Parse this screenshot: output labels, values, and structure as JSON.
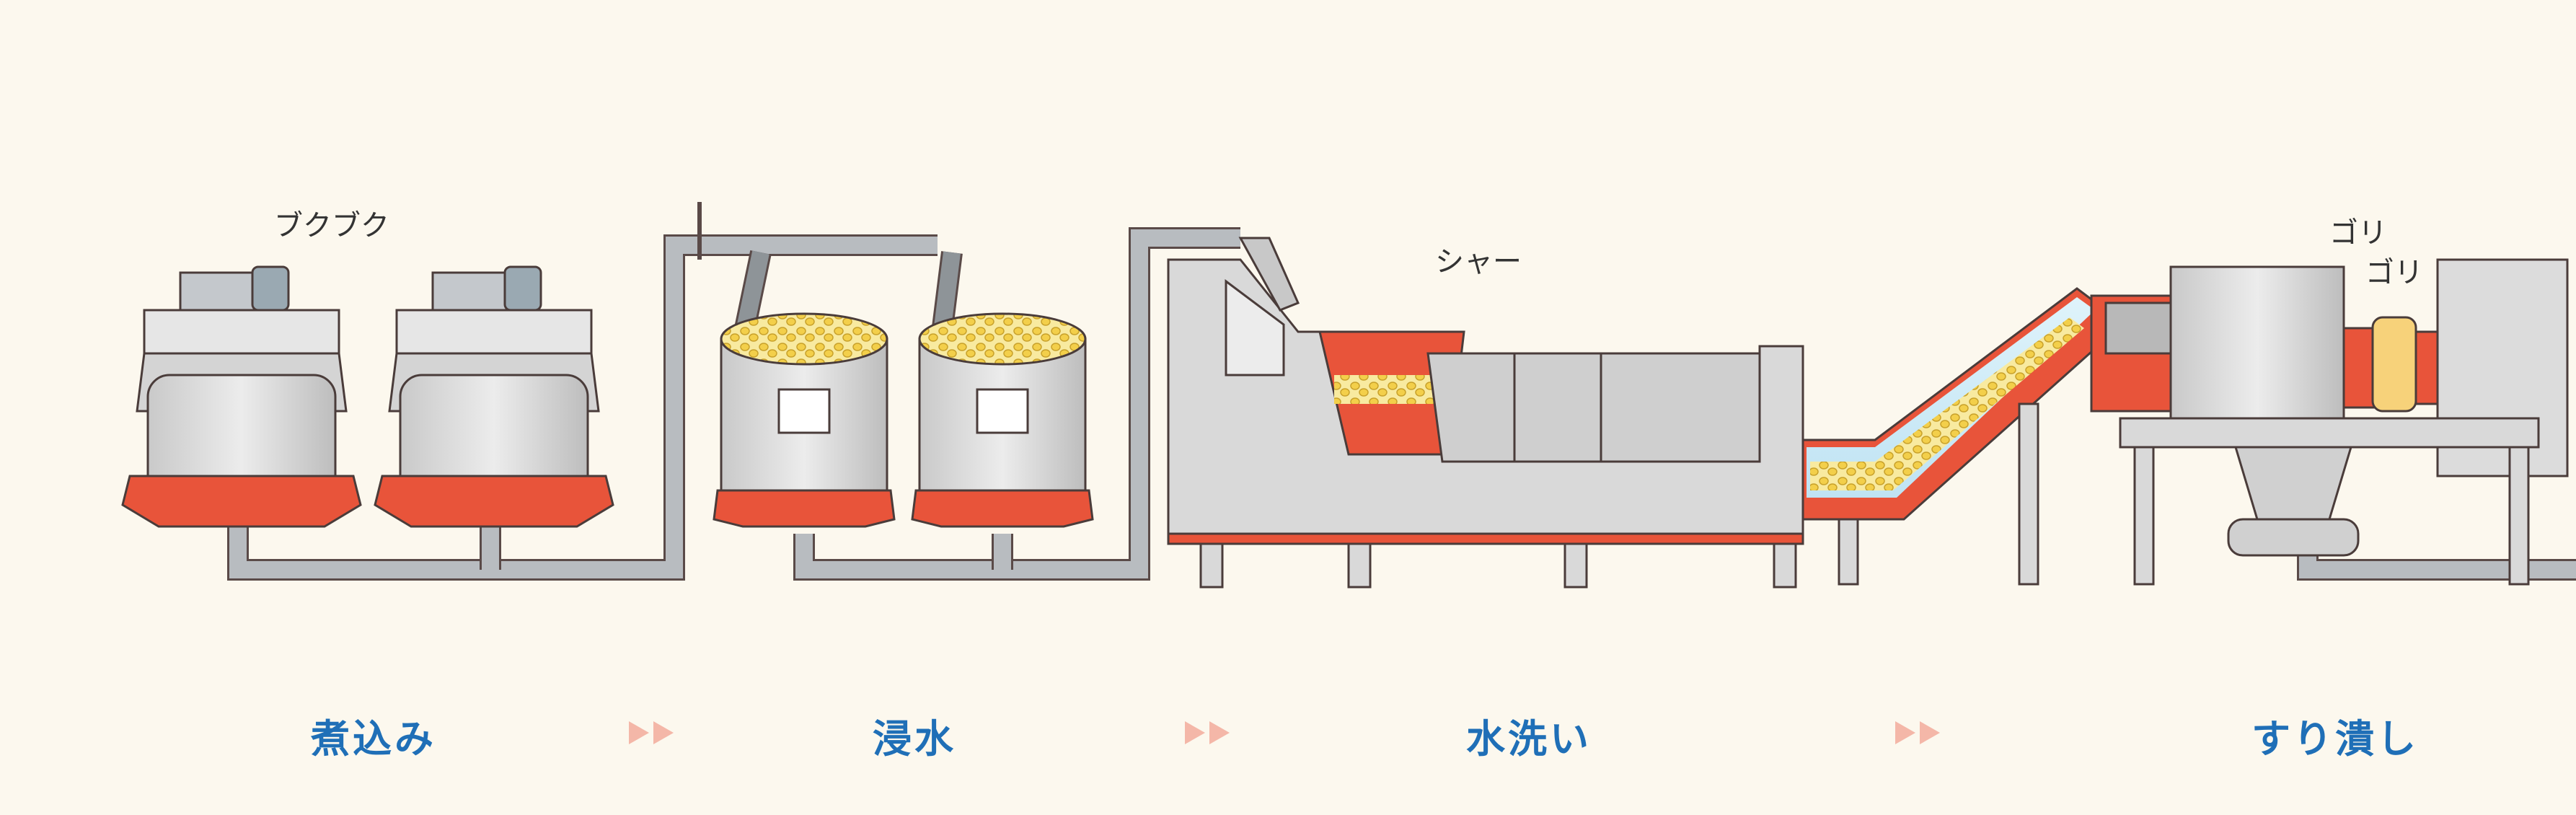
{
  "stages": [
    {
      "label": "煮込み"
    },
    {
      "label": "浸水"
    },
    {
      "label": "水洗い"
    },
    {
      "label": "すり潰し"
    }
  ],
  "sound_effects": {
    "boil": "ブクブク",
    "water": "シャー",
    "grind_1": "ゴリ",
    "grind_2": "ゴリ"
  },
  "colors": {
    "background": "#fcf8ee",
    "machine_red": "#e8543a",
    "steel": "#d6d6d6",
    "pipe": "#b8bcc0",
    "soy": "#f6e08a",
    "label_blue": "#1f6fb7",
    "arrow_pink": "#f4b7a8"
  }
}
